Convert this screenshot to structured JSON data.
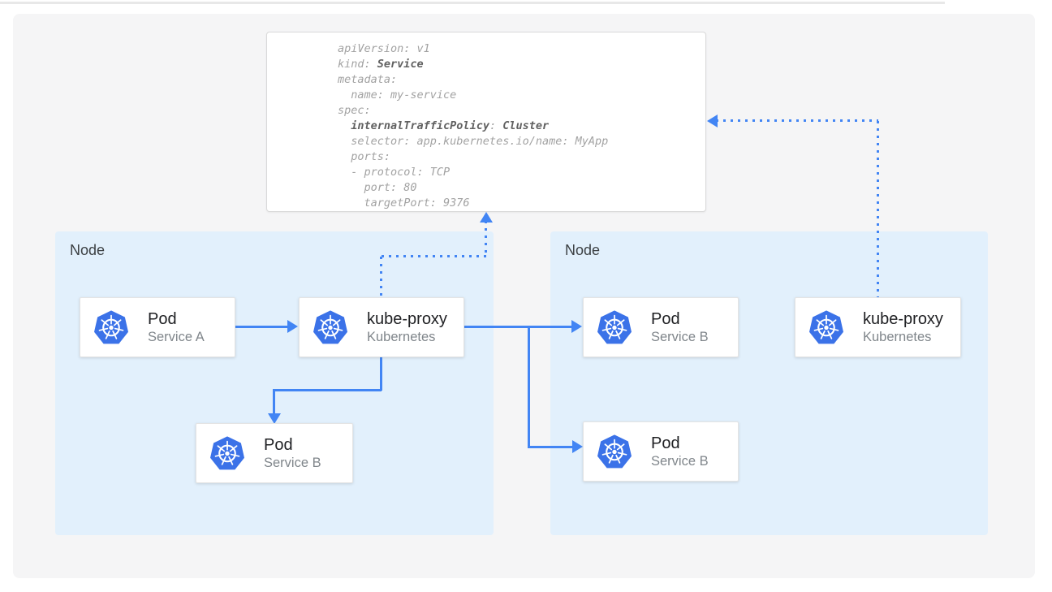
{
  "colors": {
    "arrow_blue": "#4285f4",
    "node_background": "#e2f0fc",
    "kubernetes_logo_blue": "#3b72e8",
    "canvas_background": "#f5f5f6",
    "yaml_regular_text": "#a2a2a2",
    "yaml_bold_text": "#616161"
  },
  "icons": {
    "kubernetes_logo": "kubernetes-heptagon-wheel"
  },
  "nodes": {
    "left": {
      "label": "Node"
    },
    "right": {
      "label": "Node"
    }
  },
  "cards": {
    "pod_a": {
      "title": "Pod",
      "subtitle": "Service A"
    },
    "kube_proxy_left": {
      "title": "kube-proxy",
      "subtitle": "Kubernetes"
    },
    "pod_b_left_bottom": {
      "title": "Pod",
      "subtitle": "Service B"
    },
    "pod_b_right_top": {
      "title": "Pod",
      "subtitle": "Service B"
    },
    "kube_proxy_right": {
      "title": "kube-proxy",
      "subtitle": "Kubernetes"
    },
    "pod_b_right_bottom": {
      "title": "Pod",
      "subtitle": "Service B"
    }
  },
  "yaml": {
    "lines": {
      "l0": {
        "r1": "apiVersion: v1"
      },
      "l1": {
        "r1": "kind: ",
        "b1": "Service"
      },
      "l2": {
        "r1": "metadata:"
      },
      "l3": {
        "r1": "  name: my-service"
      },
      "l4": {
        "r1": "spec:"
      },
      "l5": {
        "r1": "  ",
        "b1": "internalTrafficPolicy",
        "r2": ": ",
        "b2": "Cluster"
      },
      "l6": {
        "r1": "  selector: app.kubernetes.io/name: MyApp"
      },
      "l7": {
        "r1": "  ports:"
      },
      "l8": {
        "r1": "  - protocol: TCP"
      },
      "l9": {
        "r1": "    port: 80"
      },
      "l10": {
        "r1": "    targetPort: 9376"
      }
    }
  }
}
